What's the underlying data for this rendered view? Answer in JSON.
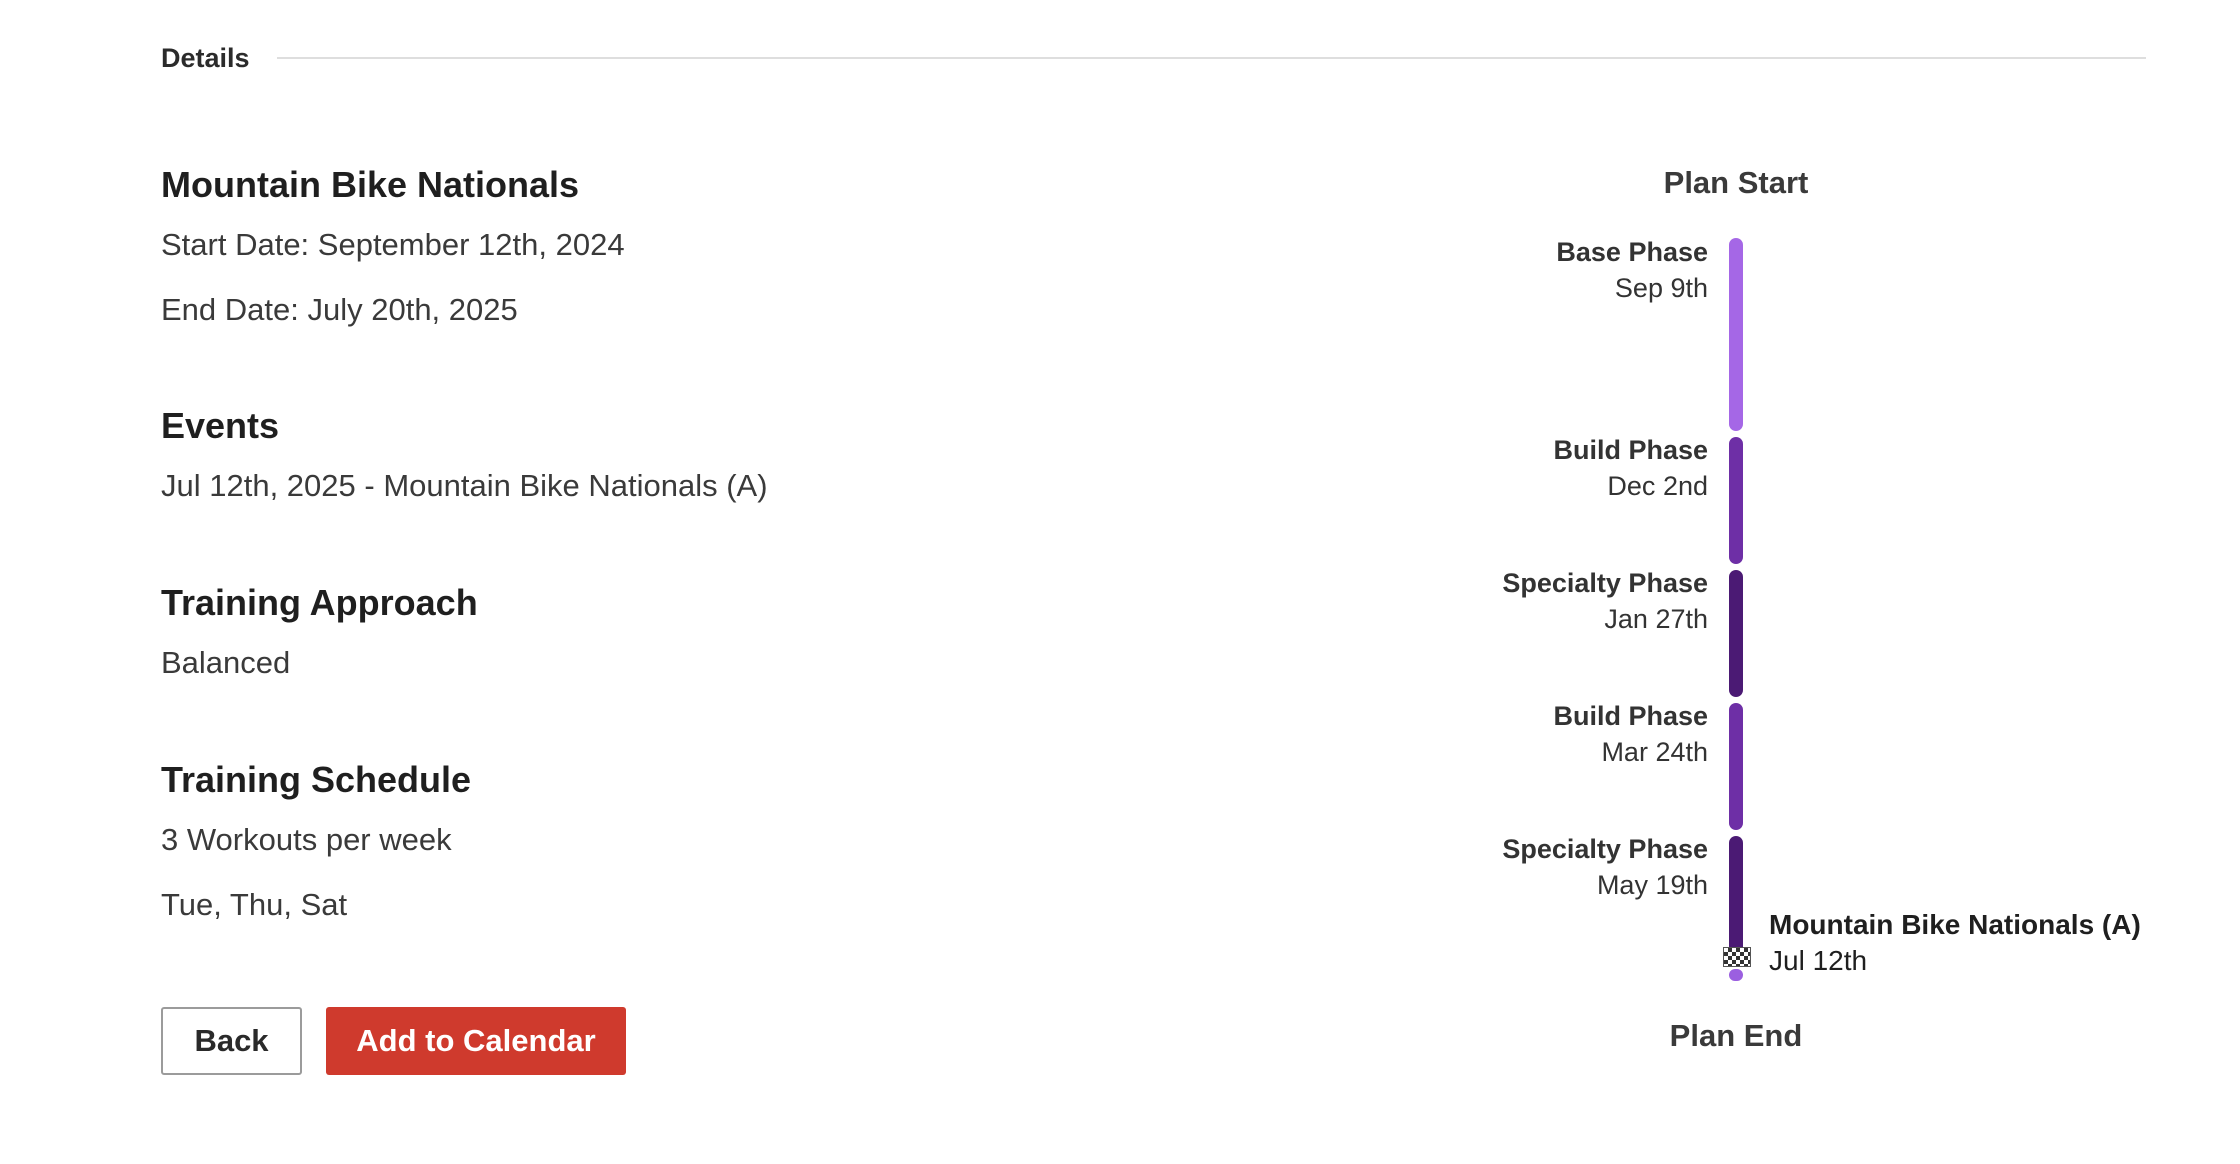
{
  "section": {
    "title": "Details"
  },
  "overview": {
    "title": "Mountain Bike Nationals",
    "start_date": "Start Date: September 12th, 2024",
    "end_date": "End Date: July 20th, 2025"
  },
  "events": {
    "title": "Events",
    "items": [
      "Jul 12th, 2025 - Mountain Bike Nationals (A)"
    ]
  },
  "approach": {
    "title": "Training Approach",
    "value": "Balanced"
  },
  "schedule": {
    "title": "Training Schedule",
    "per_week": "3 Workouts per week",
    "days": "Tue, Thu, Sat"
  },
  "actions": {
    "back_label": "Back",
    "add_label": "Add to Calendar"
  },
  "timeline": {
    "start_label": "Plan Start",
    "end_label": "Plan End",
    "phases": [
      {
        "name": "Base Phase",
        "date": "Sep 9th",
        "color": "#a567e6"
      },
      {
        "name": "Build Phase",
        "date": "Dec 2nd",
        "color": "#6e2fa6"
      },
      {
        "name": "Specialty Phase",
        "date": "Jan 27th",
        "color": "#4b1a74"
      },
      {
        "name": "Build Phase",
        "date": "Mar 24th",
        "color": "#6e2fa6"
      },
      {
        "name": "Specialty Phase",
        "date": "May 19th",
        "color": "#4b1a74"
      }
    ],
    "event": {
      "name": "Mountain Bike Nationals (A)",
      "date": "Jul 12th",
      "icon": "checkered-flag-icon"
    }
  }
}
